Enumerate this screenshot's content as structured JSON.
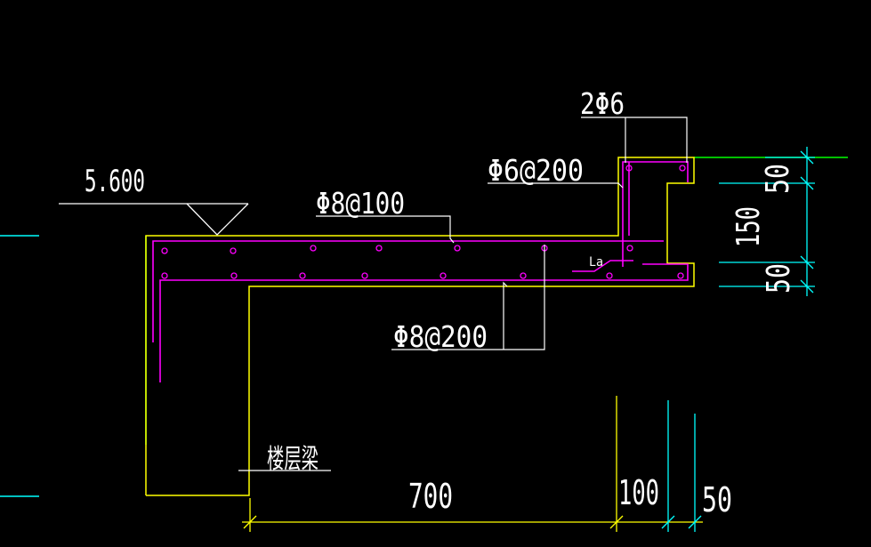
{
  "labels": {
    "elevation": "5.600",
    "bar_top_tie": "2Φ6",
    "stirrup_upstand": "Φ6@200",
    "top_rebar": "Φ8@100",
    "bottom_rebar": "Φ8@200",
    "anchorage": "La",
    "beam": "楼层梁",
    "dim_700": "700",
    "dim_100": "100",
    "dim_50_bottom": "50",
    "dim_50_top": "50",
    "dim_150": "150",
    "dim_50_right": "50"
  },
  "colors": {
    "background": "#000000",
    "concrete_outline": "#ffff00",
    "rebar": "#ff00ff",
    "leader": "#ffffff",
    "dimension": "#00ffff",
    "green_line": "#00ff00"
  }
}
